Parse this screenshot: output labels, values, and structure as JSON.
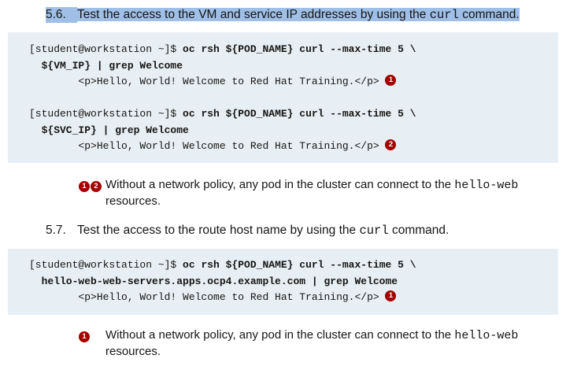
{
  "step_5_6": {
    "number": "5.6.",
    "text_before": "Test the access to the VM and service IP addresses by using the ",
    "code": "curl",
    "text_after": " command."
  },
  "code_block_1": {
    "line1_prompt": "[student@workstation ~]$ ",
    "line1_cmd": "oc rsh ${POD_NAME} curl --max-time 5 \\",
    "line2_cmd": "  ${VM_IP} | grep Welcome",
    "line3_output": "        <p>Hello, World! Welcome to Red Hat Training.</p> ",
    "line3_callout": "1",
    "line5_prompt": "[student@workstation ~]$ ",
    "line5_cmd": "oc rsh ${POD_NAME} curl --max-time 5 \\",
    "line6_cmd": "  ${SVC_IP} | grep Welcome",
    "line7_output": "        <p>Hello, World! Welcome to Red Hat Training.</p> ",
    "line7_callout": "2"
  },
  "note_1": {
    "callout_a": "1",
    "callout_b": "2",
    "text_before": "Without a network policy, any pod in the cluster can connect to the ",
    "code": "hello-web",
    "text_after": " resources."
  },
  "step_5_7": {
    "number": "5.7.",
    "text_before": "Test the access to the route host name by using the ",
    "code": "curl",
    "text_after": " command."
  },
  "code_block_2": {
    "line1_prompt": "[student@workstation ~]$ ",
    "line1_cmd": "oc rsh ${POD_NAME} curl --max-time 5 \\",
    "line2_cmd": "  hello-web-web-servers.apps.ocp4.example.com | grep Welcome",
    "line3_output": "        <p>Hello, World! Welcome to Red Hat Training.</p> ",
    "line3_callout": "1"
  },
  "note_2": {
    "callout": "1",
    "text_before": "Without a network policy, any pod in the cluster can connect to the ",
    "code": "hello-web",
    "text_after": " resources."
  },
  "colors": {
    "callout": "#a30000",
    "code_background": "#e8eff4",
    "selection_highlight": "#9fbfe6"
  }
}
